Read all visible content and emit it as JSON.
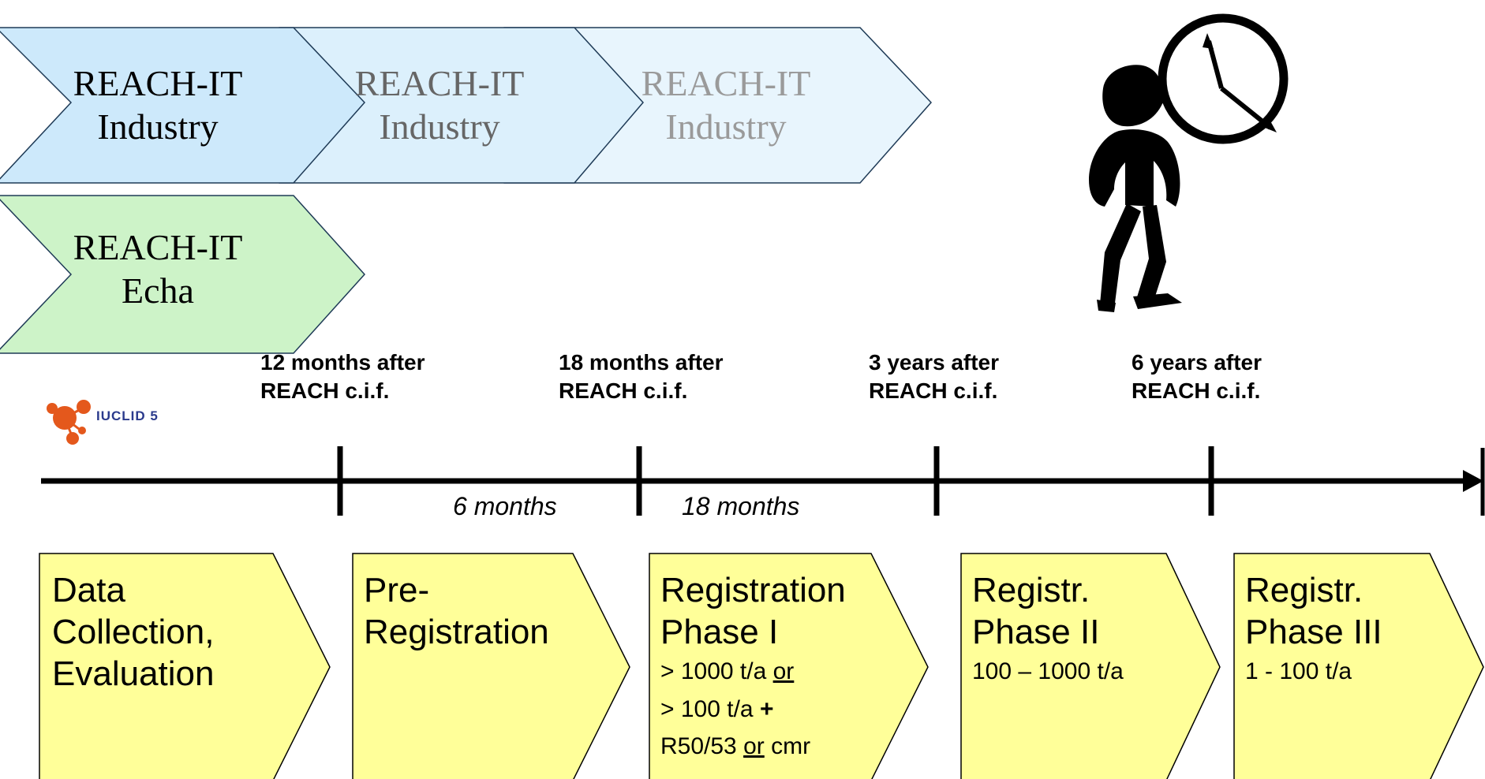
{
  "reach_it_chevrons": [
    {
      "line1": "REACH-IT",
      "line2": "Industry",
      "fill": "#cde9fb",
      "text_color": "#000000"
    },
    {
      "line1": "REACH-IT",
      "line2": "Industry",
      "fill": "#dcf0fc",
      "text_color": "#666666"
    },
    {
      "line1": "REACH-IT",
      "line2": "Industry",
      "fill": "#e8f5fd",
      "text_color": "#9a9a9a"
    },
    {
      "line1": "REACH-IT",
      "line2": "Echa",
      "fill": "#cdf3c8",
      "text_color": "#000000"
    }
  ],
  "logo": {
    "text": "IUCLID 5",
    "icon": "iuclid-molecule-icon",
    "color": "#e4581c"
  },
  "milestones": [
    {
      "line1": "12 months after",
      "line2": "REACH c.i.f."
    },
    {
      "line1": "18 months after",
      "line2": "REACH c.i.f."
    },
    {
      "line1": "3 years after",
      "line2": "REACH c.i.f."
    },
    {
      "line1": "6 years after",
      "line2": "REACH c.i.f."
    }
  ],
  "durations": [
    "6 months",
    "18 months"
  ],
  "phases": [
    {
      "lines": [
        "Data",
        "Collection,",
        "Evaluation"
      ]
    },
    {
      "lines": [
        "Pre-",
        "Registration"
      ]
    },
    {
      "lines": [
        "Registration",
        "Phase I"
      ],
      "detail_a": "> 1000 t/a ",
      "detail_a_or": "or",
      "detail_b": "> 100 t/a ",
      "detail_b_plus": "+",
      "detail_c": "R50/53 ",
      "detail_c_or": "or",
      "detail_c_end": " cmr"
    },
    {
      "lines": [
        "Registr.",
        "Phase II"
      ],
      "detail": "100 – 1000 t/a"
    },
    {
      "lines": [
        "Registr.",
        "Phase III"
      ],
      "detail": "1 - 100 t/a"
    }
  ],
  "clipart": {
    "icon": "person-with-clock-icon"
  },
  "colors": {
    "phase_fill": "#ffff99",
    "axis": "#000000"
  }
}
